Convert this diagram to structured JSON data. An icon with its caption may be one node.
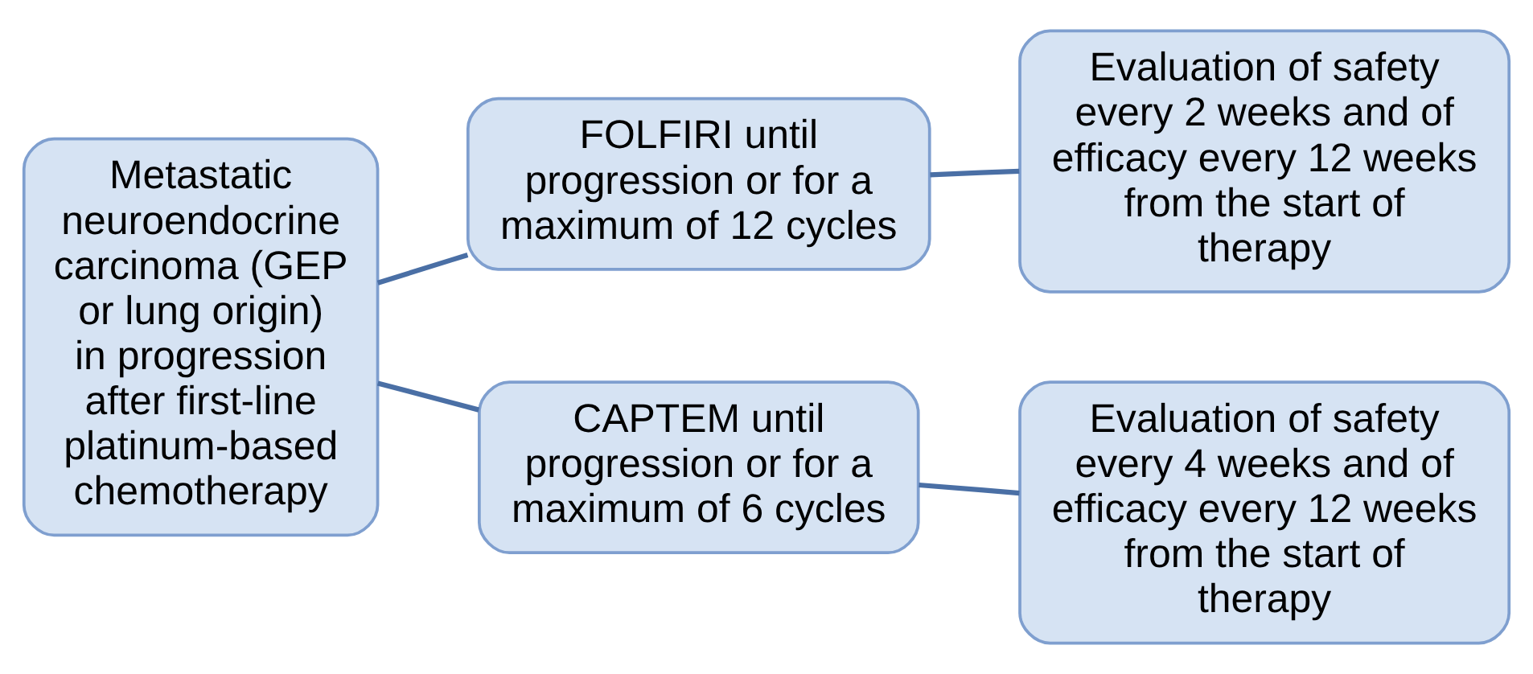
{
  "diagram": {
    "nodes": [
      {
        "text": [
          "Metastatic neuroendocrine carcinoma (GEP or lung origin) in progression after first-line platinum-based chemotherapy"
        ]
      },
      {
        "text": [
          "FOLFIRI until progression or for a maximum of 12 cycles"
        ]
      },
      {
        "text": [
          "Evaluation of safety every 2 weeks and of efficacy every 12 weeks from the start of therapy"
        ]
      },
      {
        "text": [
          "CAPTEM until progression or for a maximum of 6 cycles"
        ]
      },
      {
        "text": [
          "Evaluation of safety every 4 weeks and of efficacy every 12 weeks from the start of therapy"
        ]
      }
    ],
    "edges": [
      {
        "from": 0,
        "to": 1,
        "arrow": "none"
      },
      {
        "from": 1,
        "to": 2,
        "arrow": "none"
      },
      {
        "from": 0,
        "to": 3,
        "arrow": "none"
      },
      {
        "from": 3,
        "to": 4,
        "arrow": "none"
      }
    ]
  }
}
